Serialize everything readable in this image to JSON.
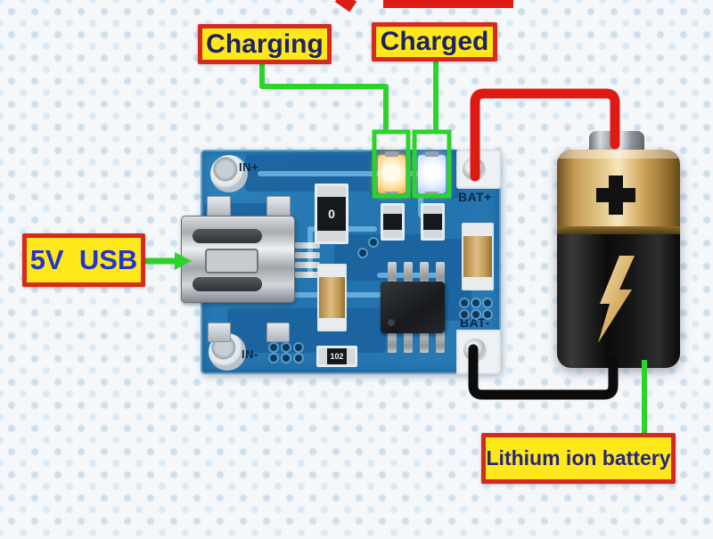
{
  "annotations": {
    "charging": "Charging",
    "charged": "Charged",
    "usb": "5V  USB",
    "battery": "Lithium ion battery"
  },
  "board": {
    "silkscreen": {
      "in_plus": "IN+",
      "in_minus": "IN-",
      "bat_plus": "BAT+",
      "bat_minus": "BAT-"
    },
    "component_markings": {
      "resistor_zero": "0",
      "resistor_102": "102"
    }
  },
  "colors": {
    "label_bg": "#ffe81a",
    "label_border": "#d32b20",
    "label_text_navy": "#1c2366",
    "label_text_blue": "#2334cf",
    "annotation_green": "#2bd32b",
    "wire_red": "#df1a14",
    "wire_black": "#0c0c0c",
    "pcb_blue": "#2679b4",
    "battery_gold": "#d9b267"
  }
}
